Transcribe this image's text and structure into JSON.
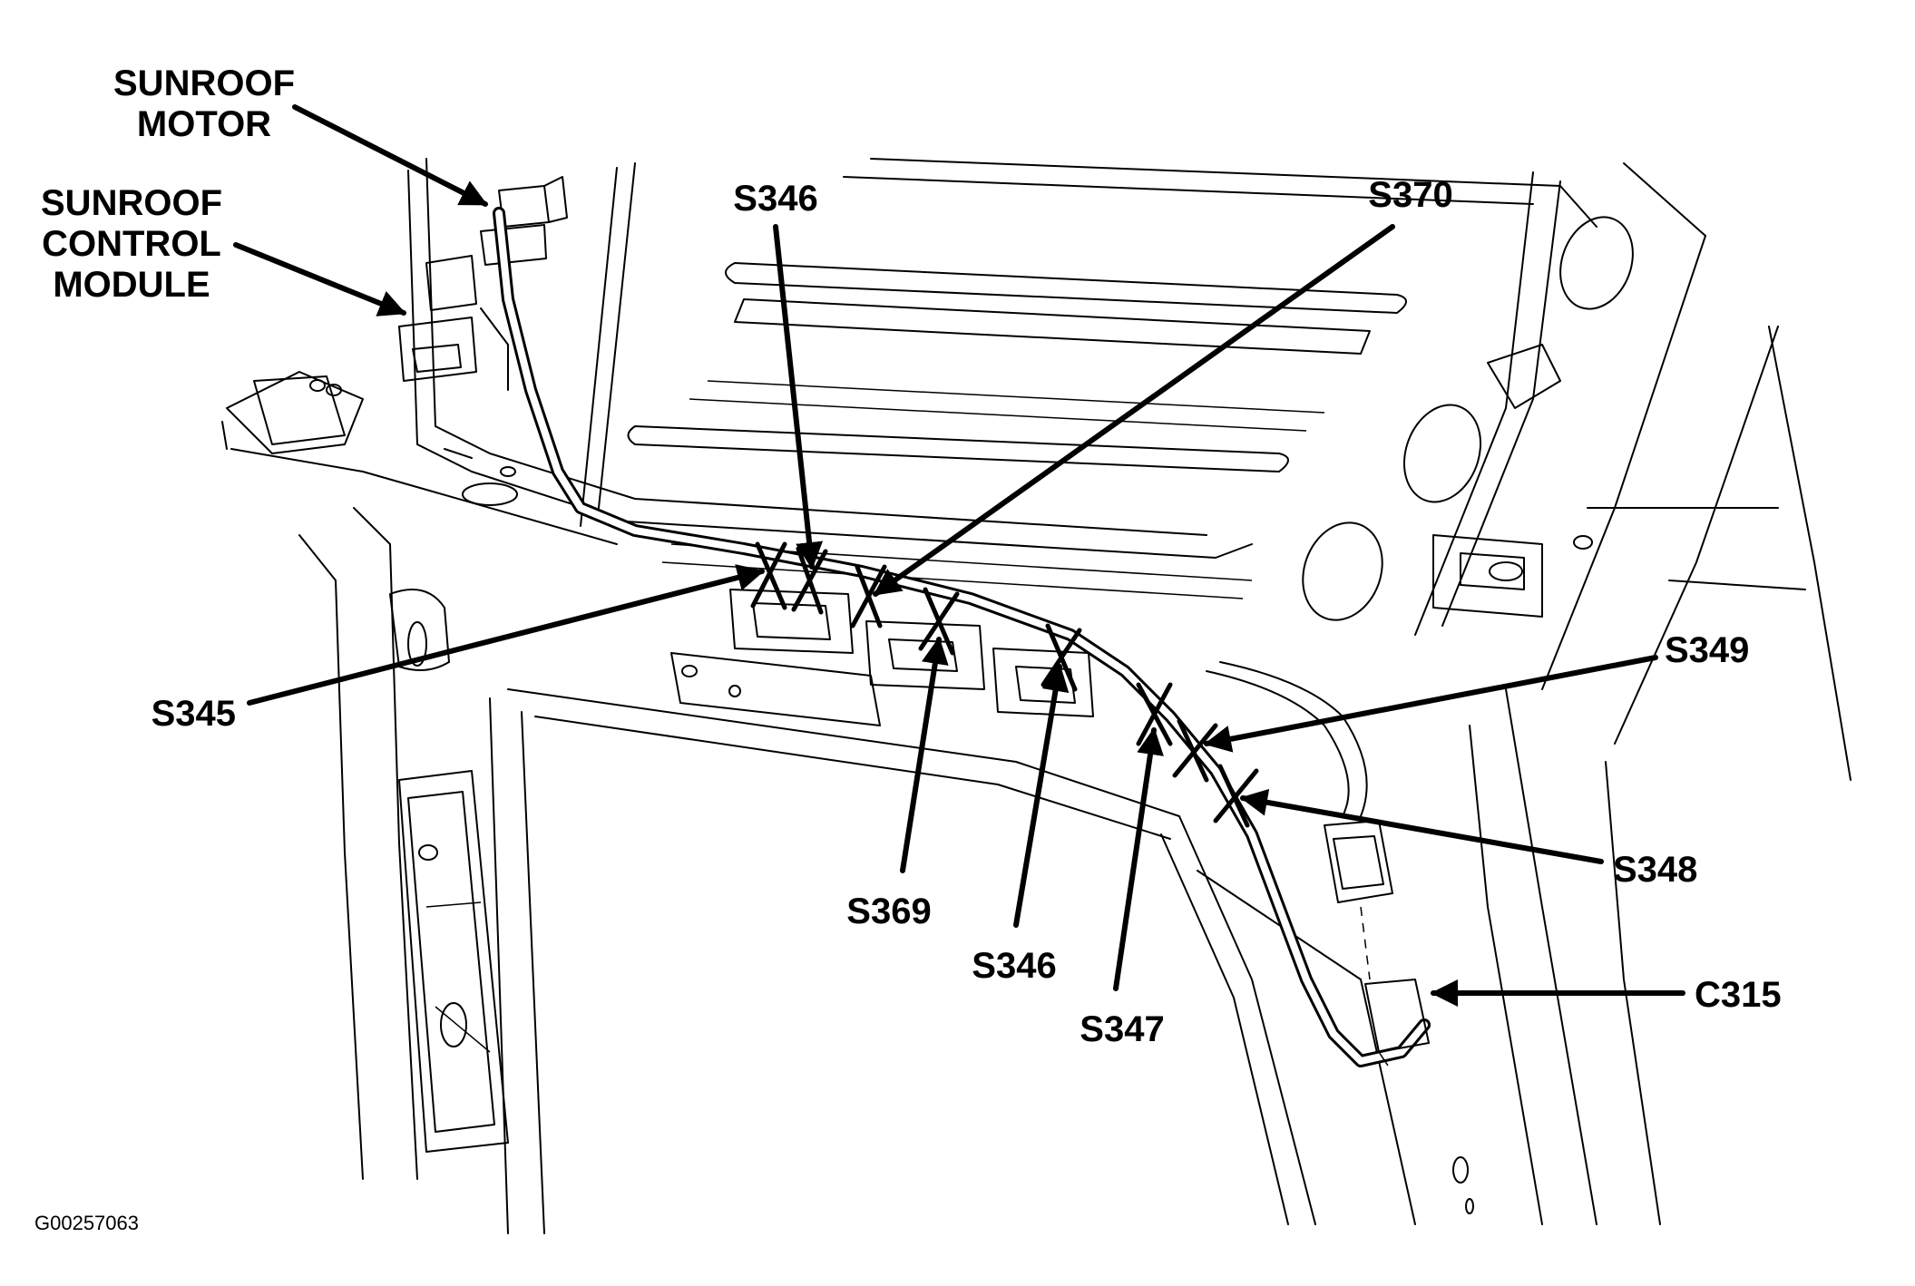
{
  "labels": {
    "sunroof_motor": [
      "SUNROOF",
      "MOTOR"
    ],
    "sunroof_control_module": [
      "SUNROOF",
      "CONTROL",
      "MODULE"
    ],
    "s346_top": "S346",
    "s370": "S370",
    "s345": "S345",
    "s349": "S349",
    "s369": "S369",
    "s346_bottom": "S346",
    "s348": "S348",
    "s347": "S347",
    "c315": "C315"
  },
  "figure_id": "G00257063"
}
